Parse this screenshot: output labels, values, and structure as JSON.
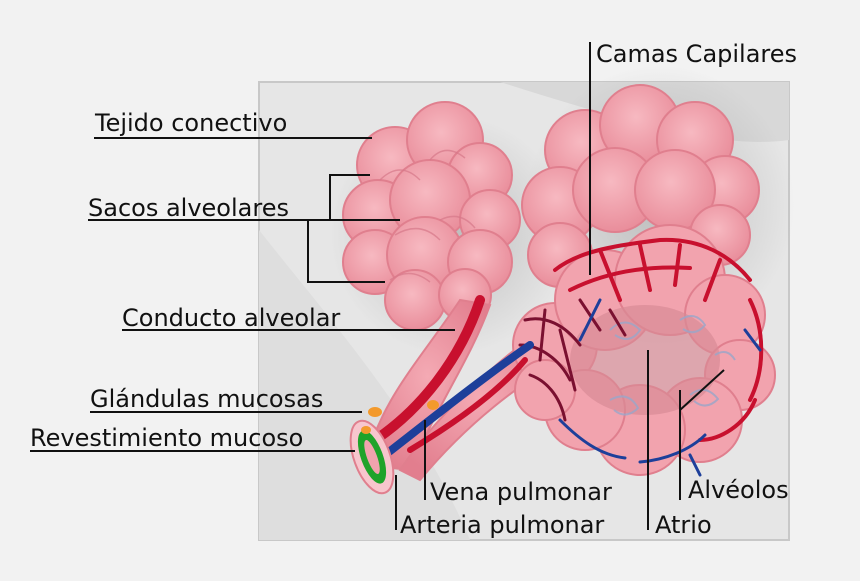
{
  "labels": {
    "tejido": "Tejido conectivo",
    "sacos": "Sacos alveolares",
    "conducto": "Conducto alveolar",
    "glandulas": "Glándulas mucosas",
    "revestimiento": "Revestimiento mucoso",
    "camas": "Camas Capilares",
    "vena": "Vena pulmonar",
    "arteria": "Arteria pulmonar",
    "atrio": "Atrio",
    "alveolos": "Alvéolos"
  },
  "colors": {
    "background": "#f2f2f2",
    "frame_fill": "#e6e6e6",
    "frame_stroke": "#c8c8c8",
    "alveoli_pink": "#ef9aa5",
    "alveoli_outline": "#e07f8e",
    "artery_red": "#c8102e",
    "vein_blue": "#1d3f9a",
    "capillary_dark": "#7a1030",
    "gland_orange": "#f39a2c",
    "mucosa_green": "#1fa32a"
  }
}
